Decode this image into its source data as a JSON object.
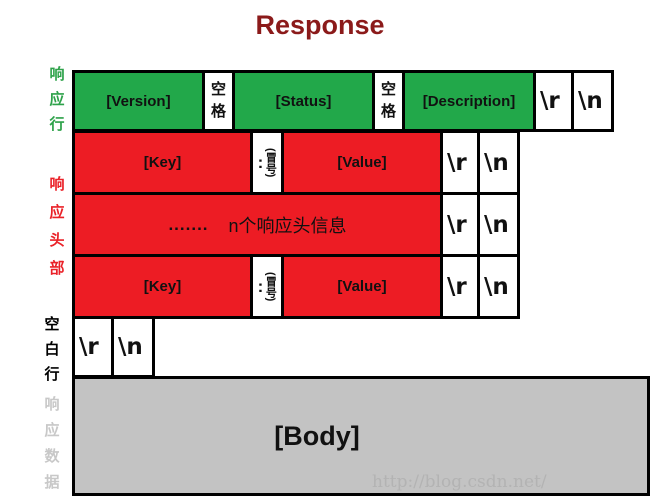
{
  "title": "Response",
  "colors": {
    "title": "#8b1a1a",
    "green": "#22a84a",
    "red": "#ed1c24",
    "gray": "#c3c3c3"
  },
  "labels": {
    "status_line": {
      "text": "响应行",
      "color": "#2ea24a"
    },
    "headers": {
      "text": "响应头部",
      "color": "#ea2128"
    },
    "blank_line": {
      "text": "空白行",
      "color": "#000000"
    },
    "body": {
      "text": "响应数据",
      "color": "#c8c8c8"
    }
  },
  "status_line": {
    "version": "[Version]",
    "space1": "空格",
    "status": "[Status]",
    "space2": "空格",
    "description": "[Description]",
    "cr": "\\r",
    "lf": "\\n"
  },
  "headers": [
    {
      "key": "[Key]",
      "colon": ":",
      "colon_note": "(冒号)",
      "value": "[Value]",
      "cr": "\\r",
      "lf": "\\n"
    },
    {
      "ellipsis": ".......",
      "text": "n个响应头信息",
      "cr": "\\r",
      "lf": "\\n"
    },
    {
      "key": "[Key]",
      "colon": ":",
      "colon_note": "(冒号)",
      "value": "[Value]",
      "cr": "\\r",
      "lf": "\\n"
    }
  ],
  "blank_line": {
    "cr": "\\r",
    "lf": "\\n"
  },
  "body": {
    "label": "[Body]"
  },
  "watermark": "http://blog.csdn.net/"
}
